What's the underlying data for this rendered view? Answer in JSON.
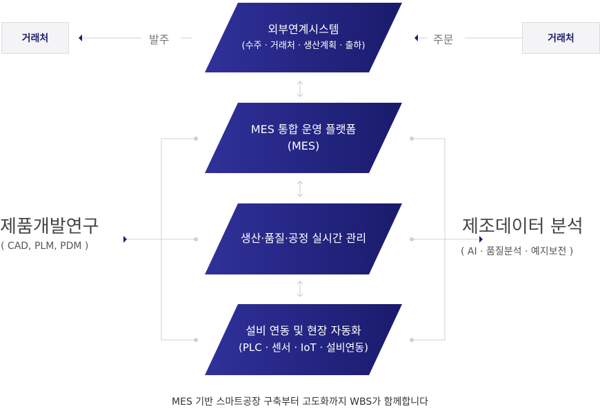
{
  "partners": {
    "left": "거래처",
    "right": "거래처"
  },
  "flows": {
    "left_label": "발주",
    "right_label": "주문"
  },
  "boxes": [
    {
      "title": "외부연계시스템",
      "sub": "(수주 · 거래처 · 생산계획 · 출하)"
    },
    {
      "title": "MES 통합 운영 플랫폼",
      "sub": "(MES)"
    },
    {
      "title": "생산·품질·공정 실시간 관리",
      "sub": ""
    },
    {
      "title": "설비 연동 및 현장 자동화",
      "sub": "(PLC · 센서 · IoT · 설비연동)"
    }
  ],
  "left_side": {
    "title": "제품개발연구",
    "sub": "( CAD, PLM, PDM )"
  },
  "right_side": {
    "title": "제조데이터 분석",
    "sub": "( AI · 품질분석 · 예지보전 )"
  },
  "footer": "MES 기반 스마트공장 구축부터 고도화까지 WBS가 함께합니다",
  "colors": {
    "box_start": "#2e2f94",
    "box_end": "#1b1c6e",
    "arrow": "#1d1f6b",
    "line": "#d0d0d0"
  }
}
